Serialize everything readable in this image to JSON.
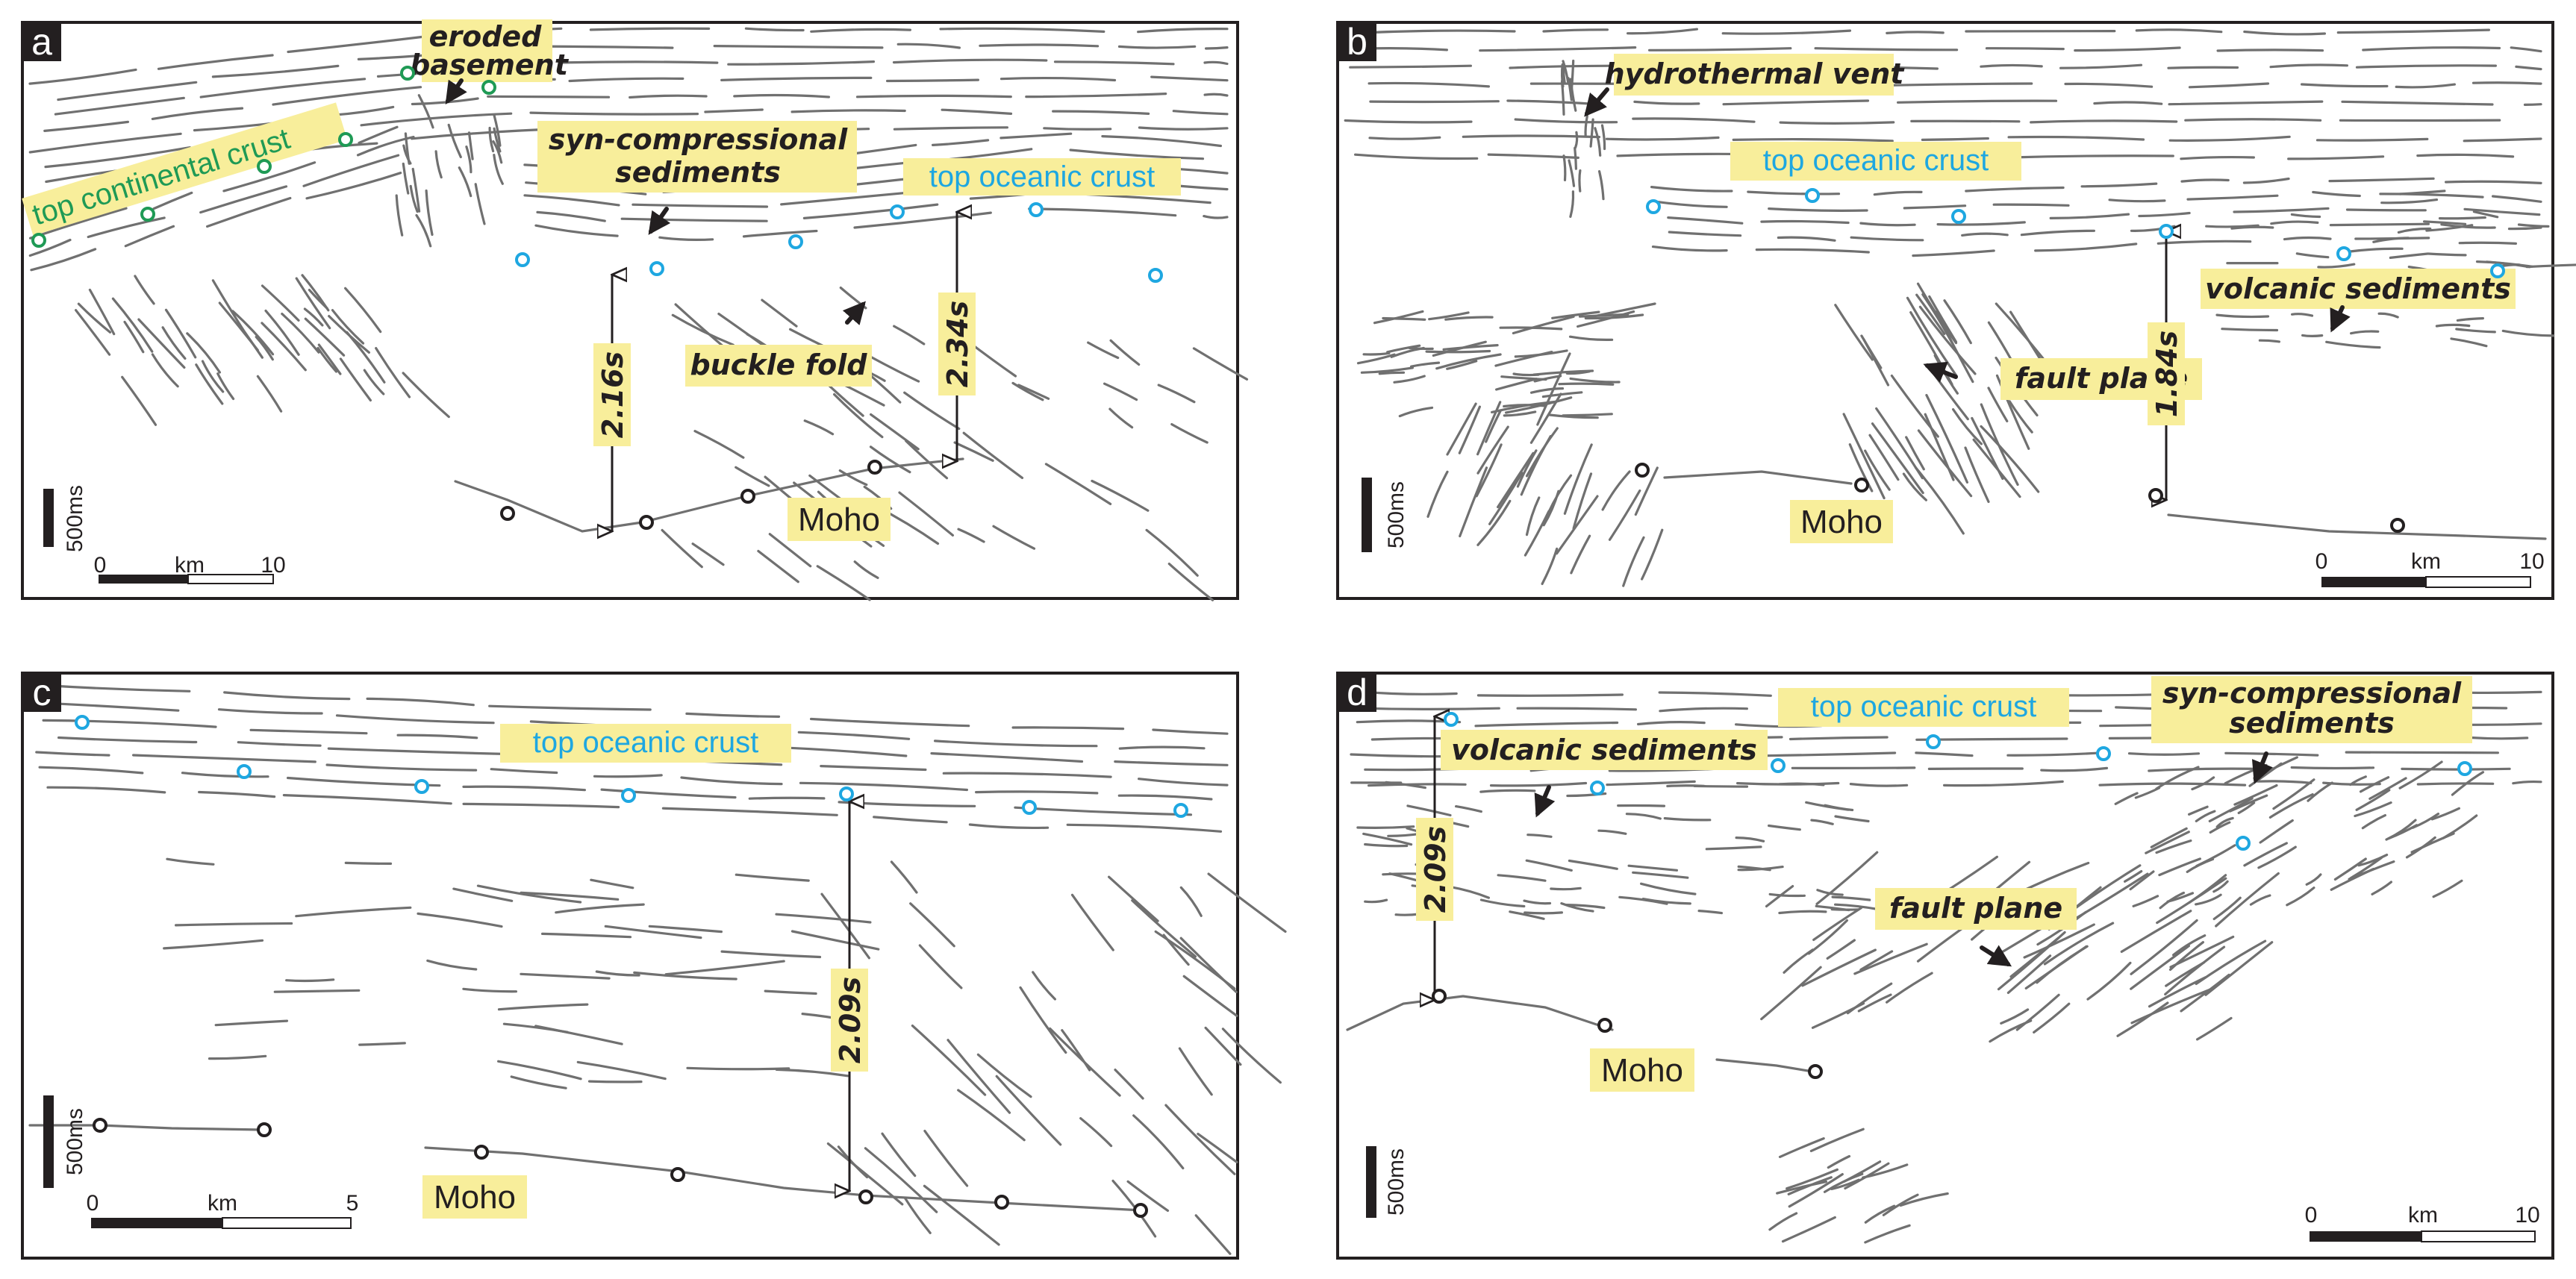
{
  "panels": [
    {
      "letter": "a",
      "labels": {
        "eroded_line1": "eroded",
        "eroded_line2": "basement",
        "top_continental_crust": "top continental crust",
        "syn_line1": "syn-compressional",
        "syn_line2": "sediments",
        "top_oceanic_crust": "top oceanic crust",
        "buckle_fold": "buckle fold",
        "moho": "Moho"
      },
      "thicknesses": [
        "2.16s",
        "2.34s"
      ],
      "time_scale": "500ms",
      "km_scale": {
        "start": "0",
        "unit": "km",
        "end": "10"
      }
    },
    {
      "letter": "b",
      "labels": {
        "hydrothermal_vent": "hydrothermal vent",
        "top_oceanic_crust": "top oceanic crust",
        "volcanic_sediments": "volcanic sediments",
        "fault_plane": "fault plane",
        "moho": "Moho"
      },
      "thicknesses": [
        "1.84s"
      ],
      "time_scale": "500ms",
      "km_scale": {
        "start": "0",
        "unit": "km",
        "end": "10"
      }
    },
    {
      "letter": "c",
      "labels": {
        "top_oceanic_crust": "top oceanic crust",
        "moho": "Moho"
      },
      "thicknesses": [
        "2.09s"
      ],
      "time_scale": "500ms",
      "km_scale": {
        "start": "0",
        "unit": "km",
        "end": "5"
      }
    },
    {
      "letter": "d",
      "labels": {
        "top_oceanic_crust": "top oceanic crust",
        "syn_line1": "syn-compressional",
        "syn_line2": "sediments",
        "volcanic_sediments": "volcanic sediments",
        "fault_plane": "fault plane",
        "moho": "Moho"
      },
      "thicknesses": [
        "2.09s"
      ],
      "time_scale": "500ms",
      "km_scale": {
        "start": "0",
        "unit": "km",
        "end": "10"
      }
    }
  ],
  "colors": {
    "oceanic_marker": "#1ea7e1",
    "continental_marker": "#1f9a55",
    "moho_marker": "#231f20",
    "label_highlight": "#f8ee9b",
    "reflector": "#707070"
  }
}
